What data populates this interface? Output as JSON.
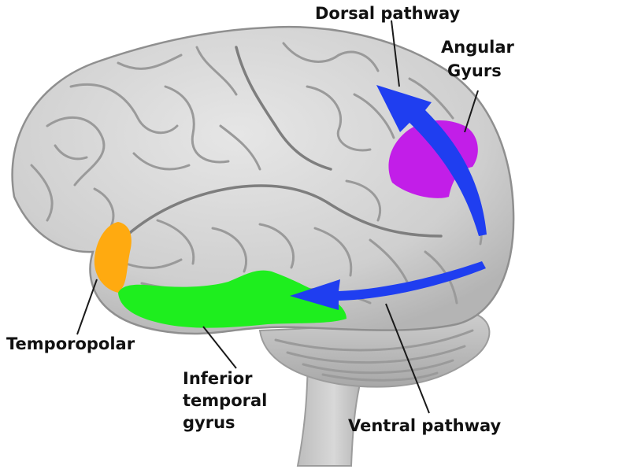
{
  "labels": {
    "dorsal": "Dorsal pathway",
    "angular_line1": "Angular",
    "angular_line2": "Gyurs",
    "temporopolar": "Temporopolar",
    "inferior_line1": "Inferior",
    "inferior_line2": "temporal",
    "inferior_line3": "gyrus",
    "ventral": "Ventral pathway"
  },
  "colors": {
    "angular_gyrus": "#c21ee8",
    "temporopolar": "#ffaa10",
    "inferior_temporal_gyrus": "#1eee1e",
    "pathway_arrows": "#1f3ef0",
    "brain_tissue": "#d4d4d4"
  }
}
